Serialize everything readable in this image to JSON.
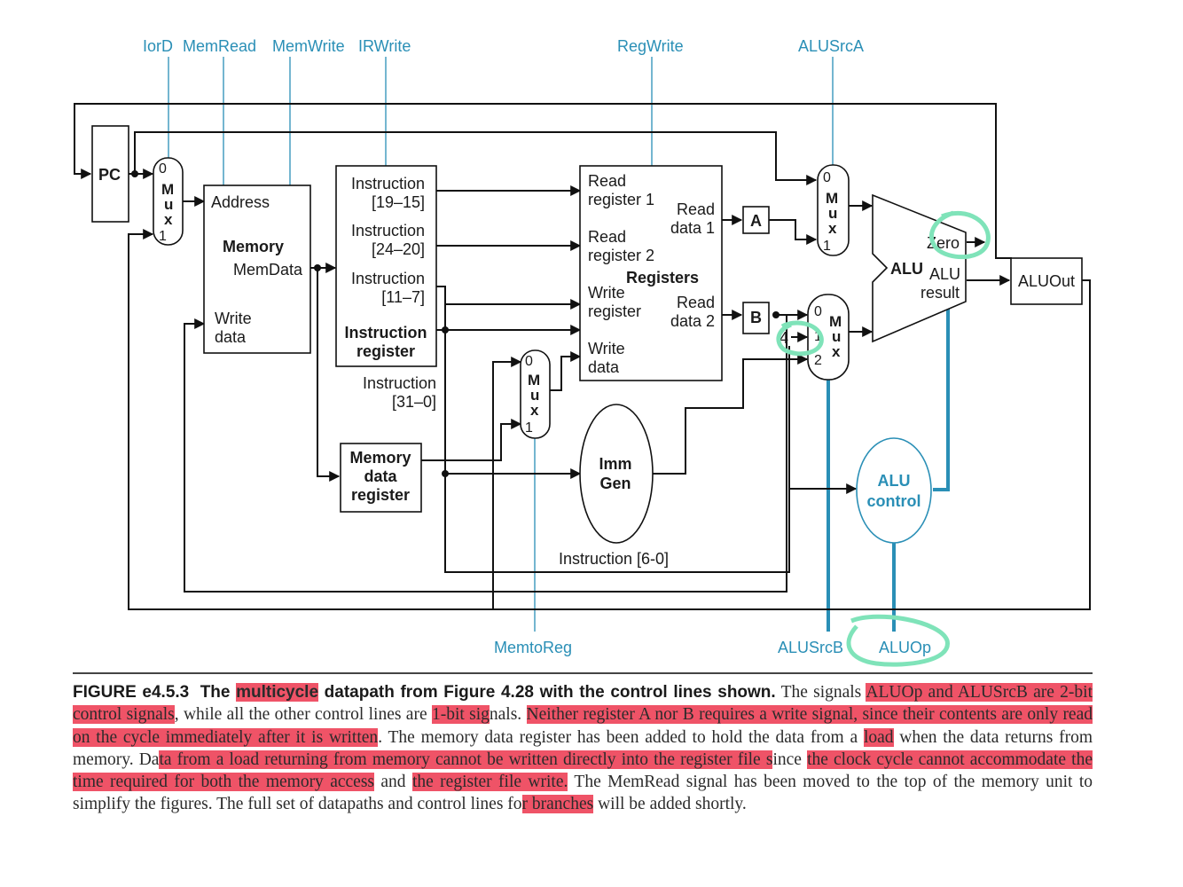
{
  "control_signals": {
    "iord": "IorD",
    "memread": "MemRead",
    "memwrite": "MemWrite",
    "irwrite": "IRWrite",
    "regwrite": "RegWrite",
    "alusrca": "ALUSrcA",
    "memtoreg": "MemtoReg",
    "alusrcb": "ALUSrcB",
    "aluop": "ALUOp"
  },
  "blocks": {
    "pc": "PC",
    "memory": {
      "address": "Address",
      "title": "Memory",
      "memdata": "MemData",
      "write": "Write",
      "data": "data"
    },
    "ir": {
      "i1a": "Instruction",
      "i1b": "[19–15]",
      "i2a": "Instruction",
      "i2b": "[24–20]",
      "i3a": "Instruction",
      "i3b": "[11–7]",
      "title1": "Instruction",
      "title2": "register",
      "i4a": "Instruction",
      "i4b": "[31–0]"
    },
    "mdr": {
      "l1": "Memory",
      "l2": "data",
      "l3": "register"
    },
    "registers": {
      "rr1a": "Read",
      "rr1b": "register 1",
      "rr2a": "Read",
      "rr2b": "register 2",
      "wra": "Write",
      "wrb": "register",
      "wda": "Write",
      "wdb": "data",
      "rd1a": "Read",
      "rd1b": "data 1",
      "rd2a": "Read",
      "rd2b": "data 2",
      "title": "Registers"
    },
    "reg_a": "A",
    "reg_b": "B",
    "immgen": {
      "l1": "Imm",
      "l2": "Gen"
    },
    "instr_6_0": "Instruction [6-0]",
    "alu": {
      "title": "ALU",
      "zero": "Zero",
      "res1": "ALU",
      "res2": "result"
    },
    "aluout": "ALUOut",
    "alu_control": {
      "l1": "ALU",
      "l2": "control"
    },
    "const_four": "4"
  },
  "mux": {
    "m": "M",
    "u": "u",
    "x": "x",
    "zero": "0",
    "one": "1",
    "two": "2"
  },
  "caption": {
    "figure": "FIGURE e4.5.3",
    "title_pre": "The ",
    "title_hl": "multicycle",
    "title_post": " datapath from Figure 4.28 with the control lines shown.",
    "t1": " The signals ",
    "h1": "ALUOp and ALUSrcB are 2-bit control signals",
    "t2": ", while all the other control lines are ",
    "h2": "1-bit sig",
    "t3": "nals. ",
    "h3": "Neither register A nor B requires a write signal, since their contents are only read on the cycle immediately after it is written",
    "t4": ". The memory data register has been added to hold the data from a ",
    "h4": "load",
    "t5": " when the data returns from memory. Da",
    "h5": "ta from a load returning from memory cannot be written directly into the register file s",
    "t6": "ince ",
    "h6": "the clock cycle cannot accommodate the time required for both the memory access",
    "t7": " and ",
    "h7": "the register file write.",
    "t8": " The MemRead signal has been moved to the top of the memory unit to simplify the figures. The full set of datapaths and control lines fo",
    "h8": "r branches",
    "t9": " will be added shortly."
  },
  "colors": {
    "control_line": "#2a8fb6",
    "highlight": "#eb2d46",
    "annotation_circle": "#7fe3b9"
  }
}
